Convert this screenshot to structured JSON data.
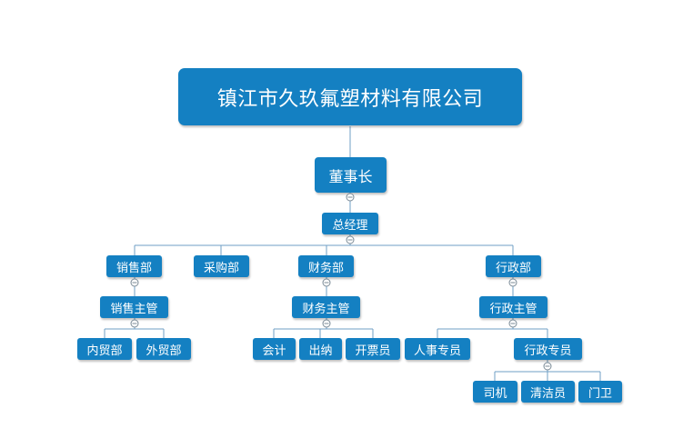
{
  "org_chart": {
    "company": "镇江市久玖氟塑材料有限公司",
    "chairman": "董事长",
    "general_manager": "总经理",
    "departments": {
      "sales": {
        "name": "销售部",
        "manager": "销售主管",
        "staff": [
          "内贸部",
          "外贸部"
        ]
      },
      "purchasing": {
        "name": "采购部"
      },
      "finance": {
        "name": "财务部",
        "manager": "财务主管",
        "staff": [
          "会计",
          "出纳",
          "开票员"
        ]
      },
      "admin": {
        "name": "行政部",
        "manager": "行政主管",
        "staff": [
          "人事专员",
          "行政专员"
        ],
        "sub_staff": [
          "司机",
          "清洁员",
          "门卫"
        ]
      }
    }
  },
  "colors": {
    "node_fill": "#1480c2",
    "node_text": "#ffffff",
    "connector": "#6f9fc5"
  }
}
